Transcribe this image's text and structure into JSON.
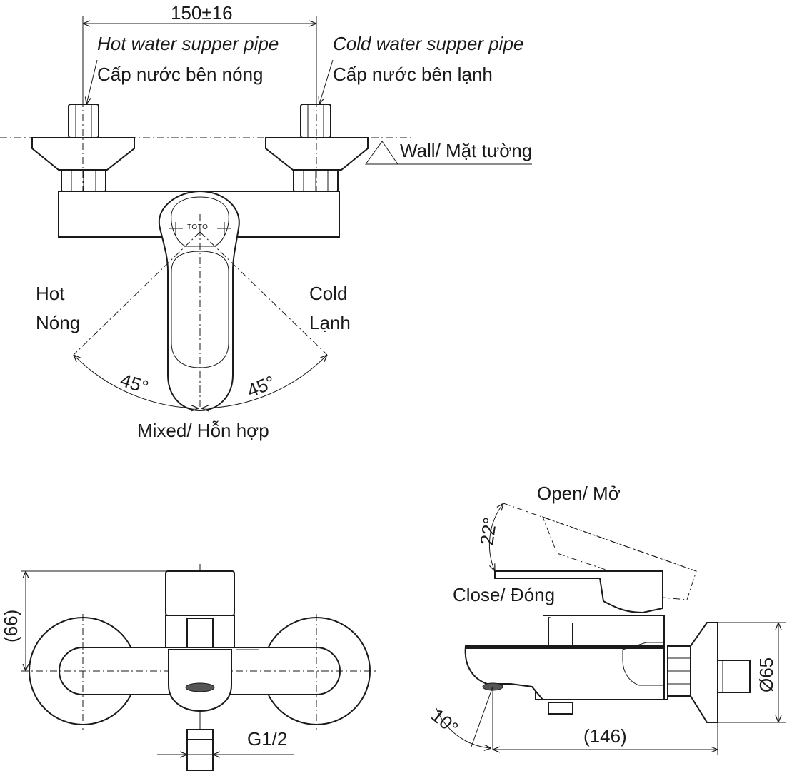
{
  "top_view": {
    "dim_spacing": "150±16",
    "hot_pipe_en": "Hot water supper pipe",
    "hot_pipe_vi": "Cấp nước bên nóng",
    "cold_pipe_en": "Cold water supper pipe",
    "cold_pipe_vi": "Cấp nước bên lạnh",
    "wall": "Wall/ Mặt tường",
    "logo": "TOTO",
    "hot_en": "Hot",
    "hot_vi": "Nóng",
    "cold_en": "Cold",
    "cold_vi": "Lạnh",
    "angle_left": "45°",
    "angle_right": "45°",
    "mixed": "Mixed/ Hỗn hợp"
  },
  "front_view": {
    "height_dim": "(66)",
    "thread": "G1/2"
  },
  "side_view": {
    "open": "Open/ Mở",
    "open_angle": "22°",
    "close": "Close/ Đóng",
    "spout_angle": "10°",
    "depth_dim": "(146)",
    "flange_dim": "Ø65"
  }
}
